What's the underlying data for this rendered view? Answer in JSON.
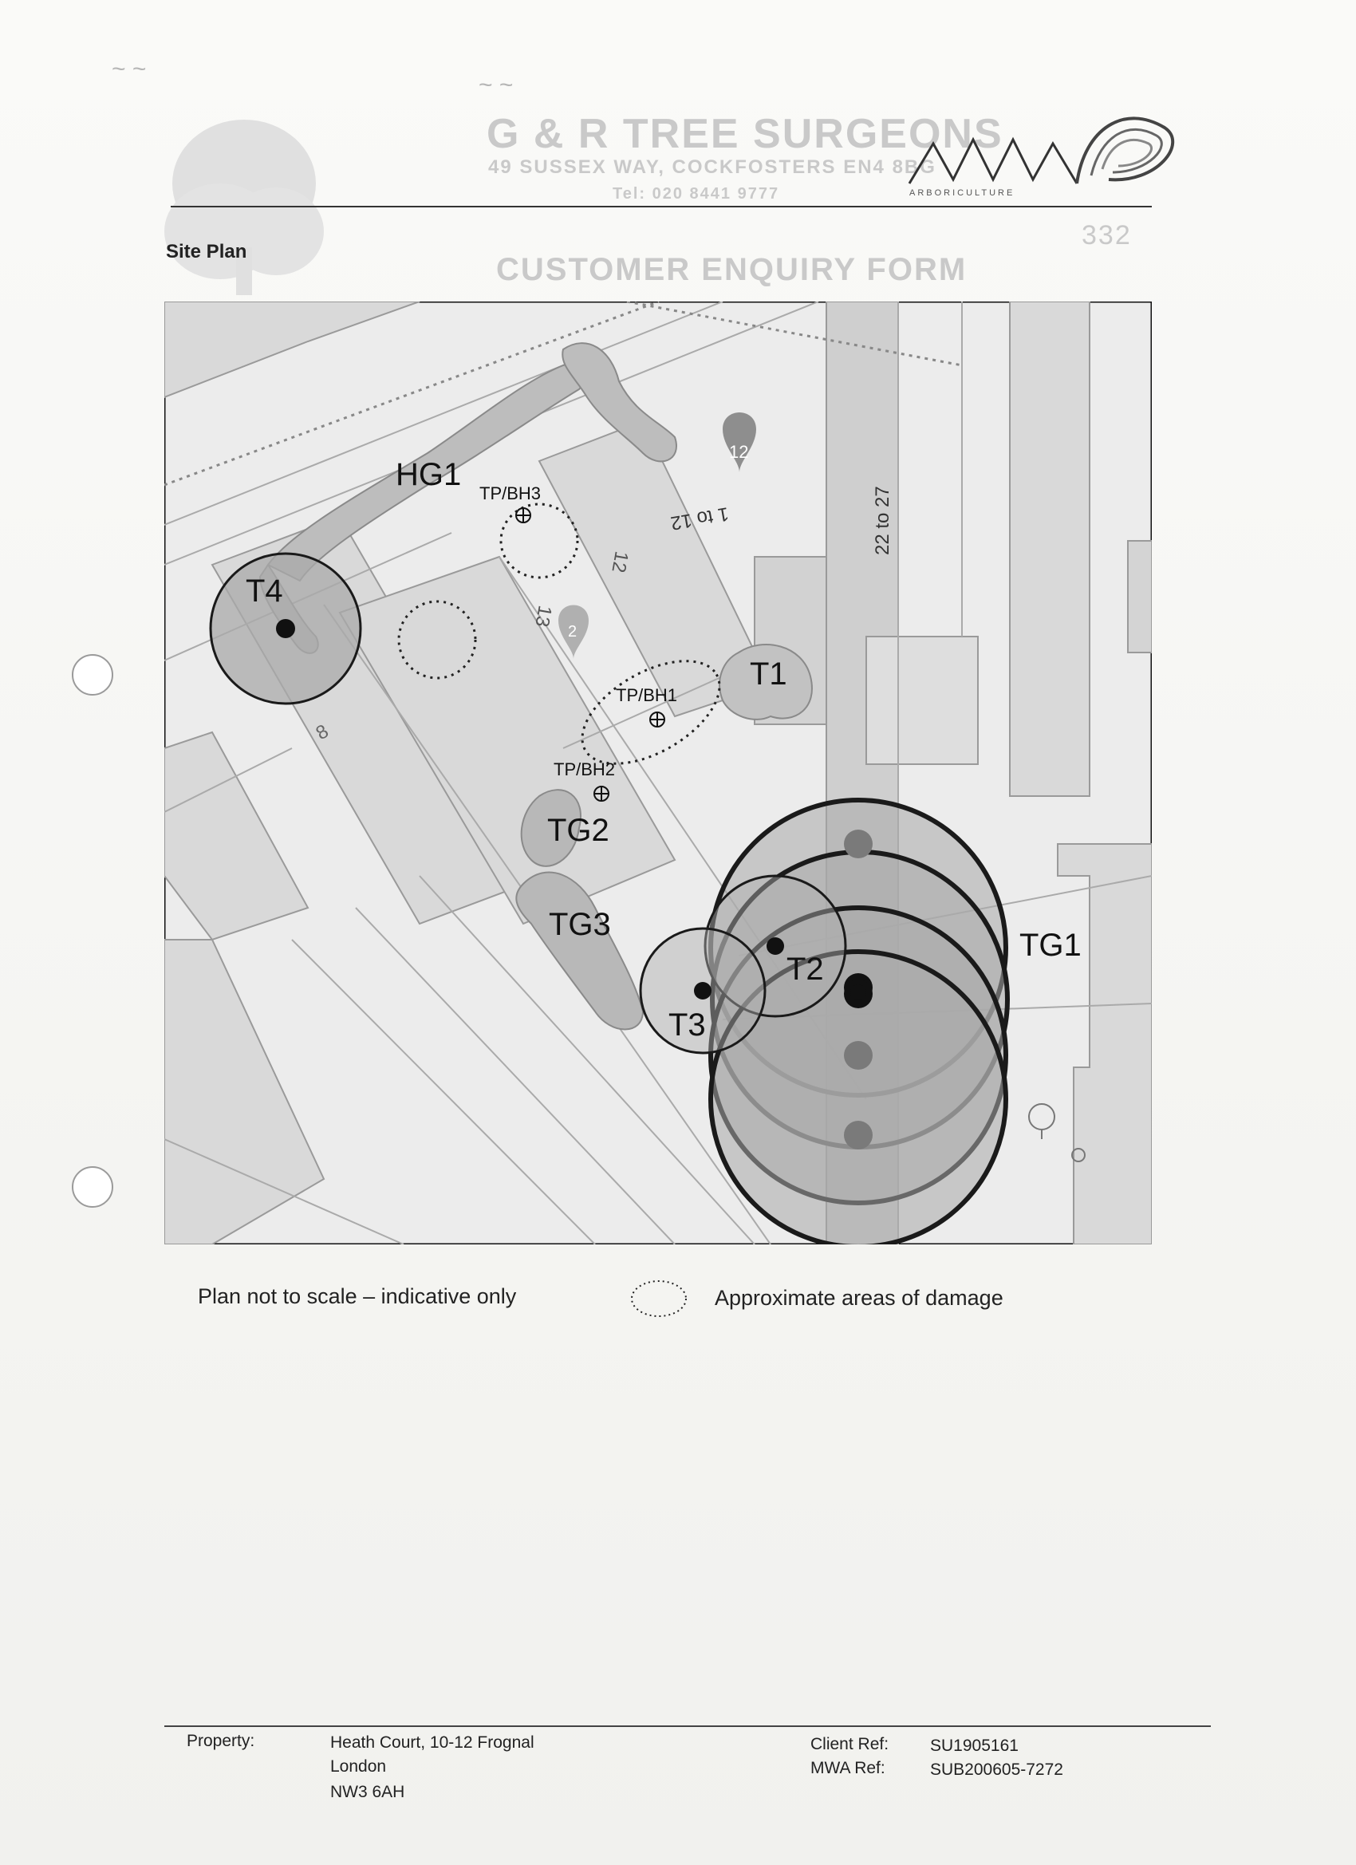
{
  "header": {
    "ghost_company": "G & R TREE SURGEONS",
    "ghost_address": "49 SUSSEX WAY, COCKFOSTERS EN4 8BG",
    "ghost_tel": "Tel: 020 8441 9777",
    "ghost_form_title": "CUSTOMER ENQUIRY FORM",
    "ghost_number": "332",
    "logo_text": "MWA",
    "logo_subtitle": "ARBORICULTURE"
  },
  "site_plan": {
    "title": "Site Plan",
    "map_labels": {
      "hg1": "HG1",
      "t4": "T4",
      "t1": "T1",
      "t2": "T2",
      "t3": "T3",
      "tg1": "TG1",
      "tg2": "TG2",
      "tg3": "TG3",
      "tp_bh1": "TP/BH1",
      "tp_bh2": "TP/BH2",
      "tp_bh3": "TP/BH3",
      "street_22_27": "22 to 27",
      "street_1_12": "1 to 12",
      "bldg_12": "12",
      "bldg_13": "13",
      "pin_12": "12",
      "pin_2": "2",
      "plot_8": "8"
    }
  },
  "legend": {
    "scale_note": "Plan not to scale – indicative only",
    "damage_label": "Approximate areas of damage"
  },
  "footer": {
    "property_label": "Property:",
    "address_line1": "Heath Court, 10-12 Frognal",
    "address_line2": "London",
    "address_line3": "NW3 6AH",
    "client_ref_label": "Client Ref:",
    "client_ref_value": "SU1905161",
    "mwa_ref_label": "MWA Ref:",
    "mwa_ref_value": "SUB200605-7272"
  },
  "colors": {
    "canopy_fill": "#a9a9a9",
    "canopy_stroke": "#1a1a1a",
    "map_background": "#ebebeb",
    "building_fill": "#d6d6d6"
  }
}
